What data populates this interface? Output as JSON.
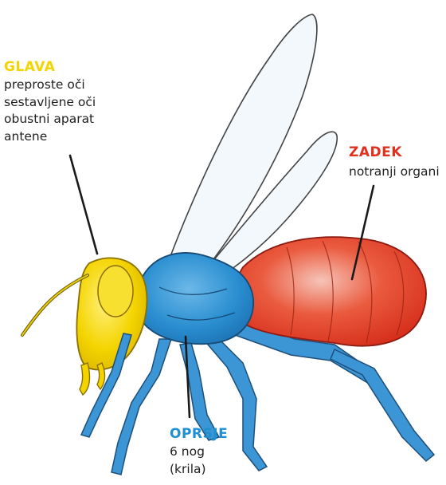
{
  "colors": {
    "head": "#f4d400",
    "thorax": "#1e8fd0",
    "abdomen": "#e0301e",
    "outline": "#222222"
  },
  "labels": {
    "glava": {
      "title": "GLAVA",
      "items": [
        "preproste oči",
        "sestavljene oči",
        "obustni aparat",
        "antene"
      ]
    },
    "zadek": {
      "title": "ZADEK",
      "items": [
        "notranji organi"
      ]
    },
    "oprsje": {
      "title": "OPRSJE",
      "items": [
        "6 nog",
        "(krila)"
      ]
    }
  }
}
